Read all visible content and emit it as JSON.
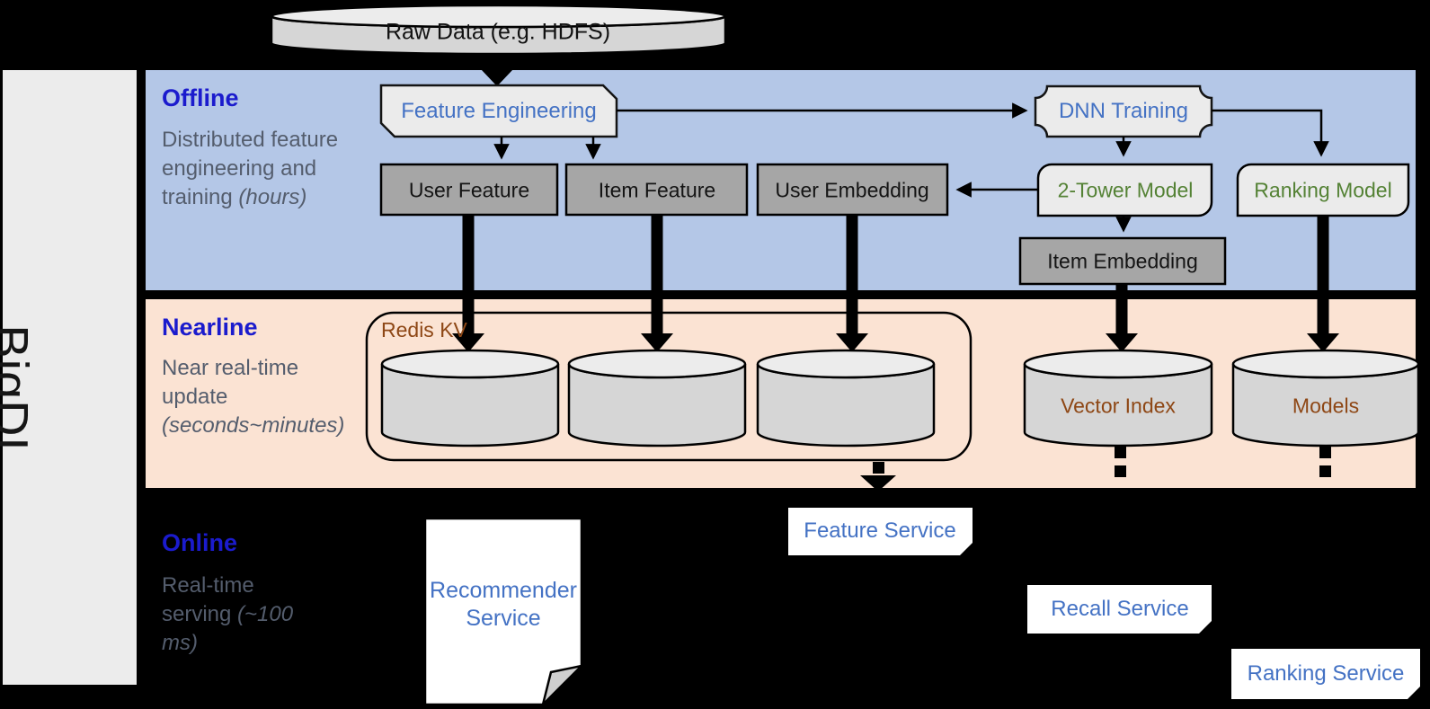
{
  "brand": "BigDL",
  "source": "Raw Data (e.g. HDFS)",
  "sections": {
    "offline": {
      "title": "Offline",
      "subtitle": "Distributed feature engineering and training ",
      "subtitle_italic": "(hours)"
    },
    "nearline": {
      "title": "Nearline",
      "subtitle": "Near real-time update ",
      "subtitle_italic": "(seconds~minutes)"
    },
    "online": {
      "title": "Online",
      "subtitle": "Real-time serving ",
      "subtitle_italic": "(~100 ms)"
    }
  },
  "nodes": {
    "feature_engineering": "Feature Engineering",
    "dnn_training": "DNN Training",
    "user_feature": "User Feature",
    "item_feature": "Item Feature",
    "user_embedding": "User Embedding",
    "two_tower_model": "2-Tower Model",
    "ranking_model": "Ranking Model",
    "item_embedding": "Item Embedding",
    "redis_kv": "Redis KV",
    "vector_index": "Vector Index",
    "models": "Models",
    "recommender_service": "Recommender Service",
    "feature_service": "Feature Service",
    "recall_service": "Recall Service",
    "ranking_service": "Ranking Service"
  },
  "colors": {
    "offline_band": "#b4c7e7",
    "nearline_band": "#fbe3d3",
    "brand_bar": "#ececec",
    "dark_node_fill": "#a6a6a6",
    "light_node_fill": "#ebebeb",
    "cylinder_body": "#d6d6d6",
    "cylinder_top": "#ececec",
    "section_title_blue": "#1b1bcd",
    "subtitle_gray": "#545d6d",
    "node_text_blue": "#4472c4",
    "node_text_green": "#548235",
    "node_text_brown": "#8e4715",
    "background": "#000000"
  }
}
